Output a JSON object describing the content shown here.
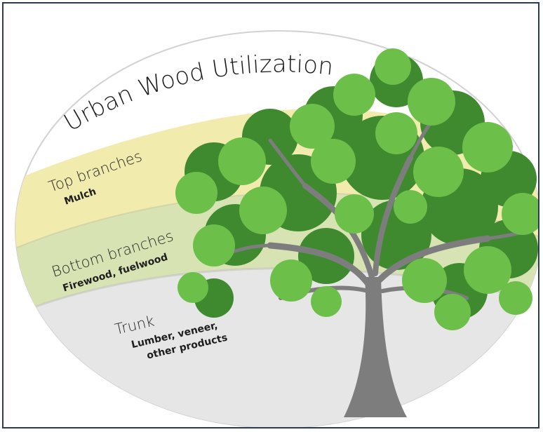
{
  "diagram": {
    "title": "Urban Wood Utilization",
    "tiers": [
      {
        "label": "Top branches",
        "use": "Mulch",
        "color": "#f1ebad"
      },
      {
        "label": "Bottom branches",
        "use": "Firewood, fuelwood",
        "color": "#d8e3b3"
      },
      {
        "label": "Trunk",
        "use_lines": [
          "Lumber, veneer,",
          "other products"
        ],
        "color": "#e6e6e6"
      }
    ]
  },
  "colors": {
    "frame": "#2b3a55",
    "trunk": "#7d7d7d",
    "leaf_light": "#6cc04a",
    "leaf_dark": "#3f8a2f"
  }
}
